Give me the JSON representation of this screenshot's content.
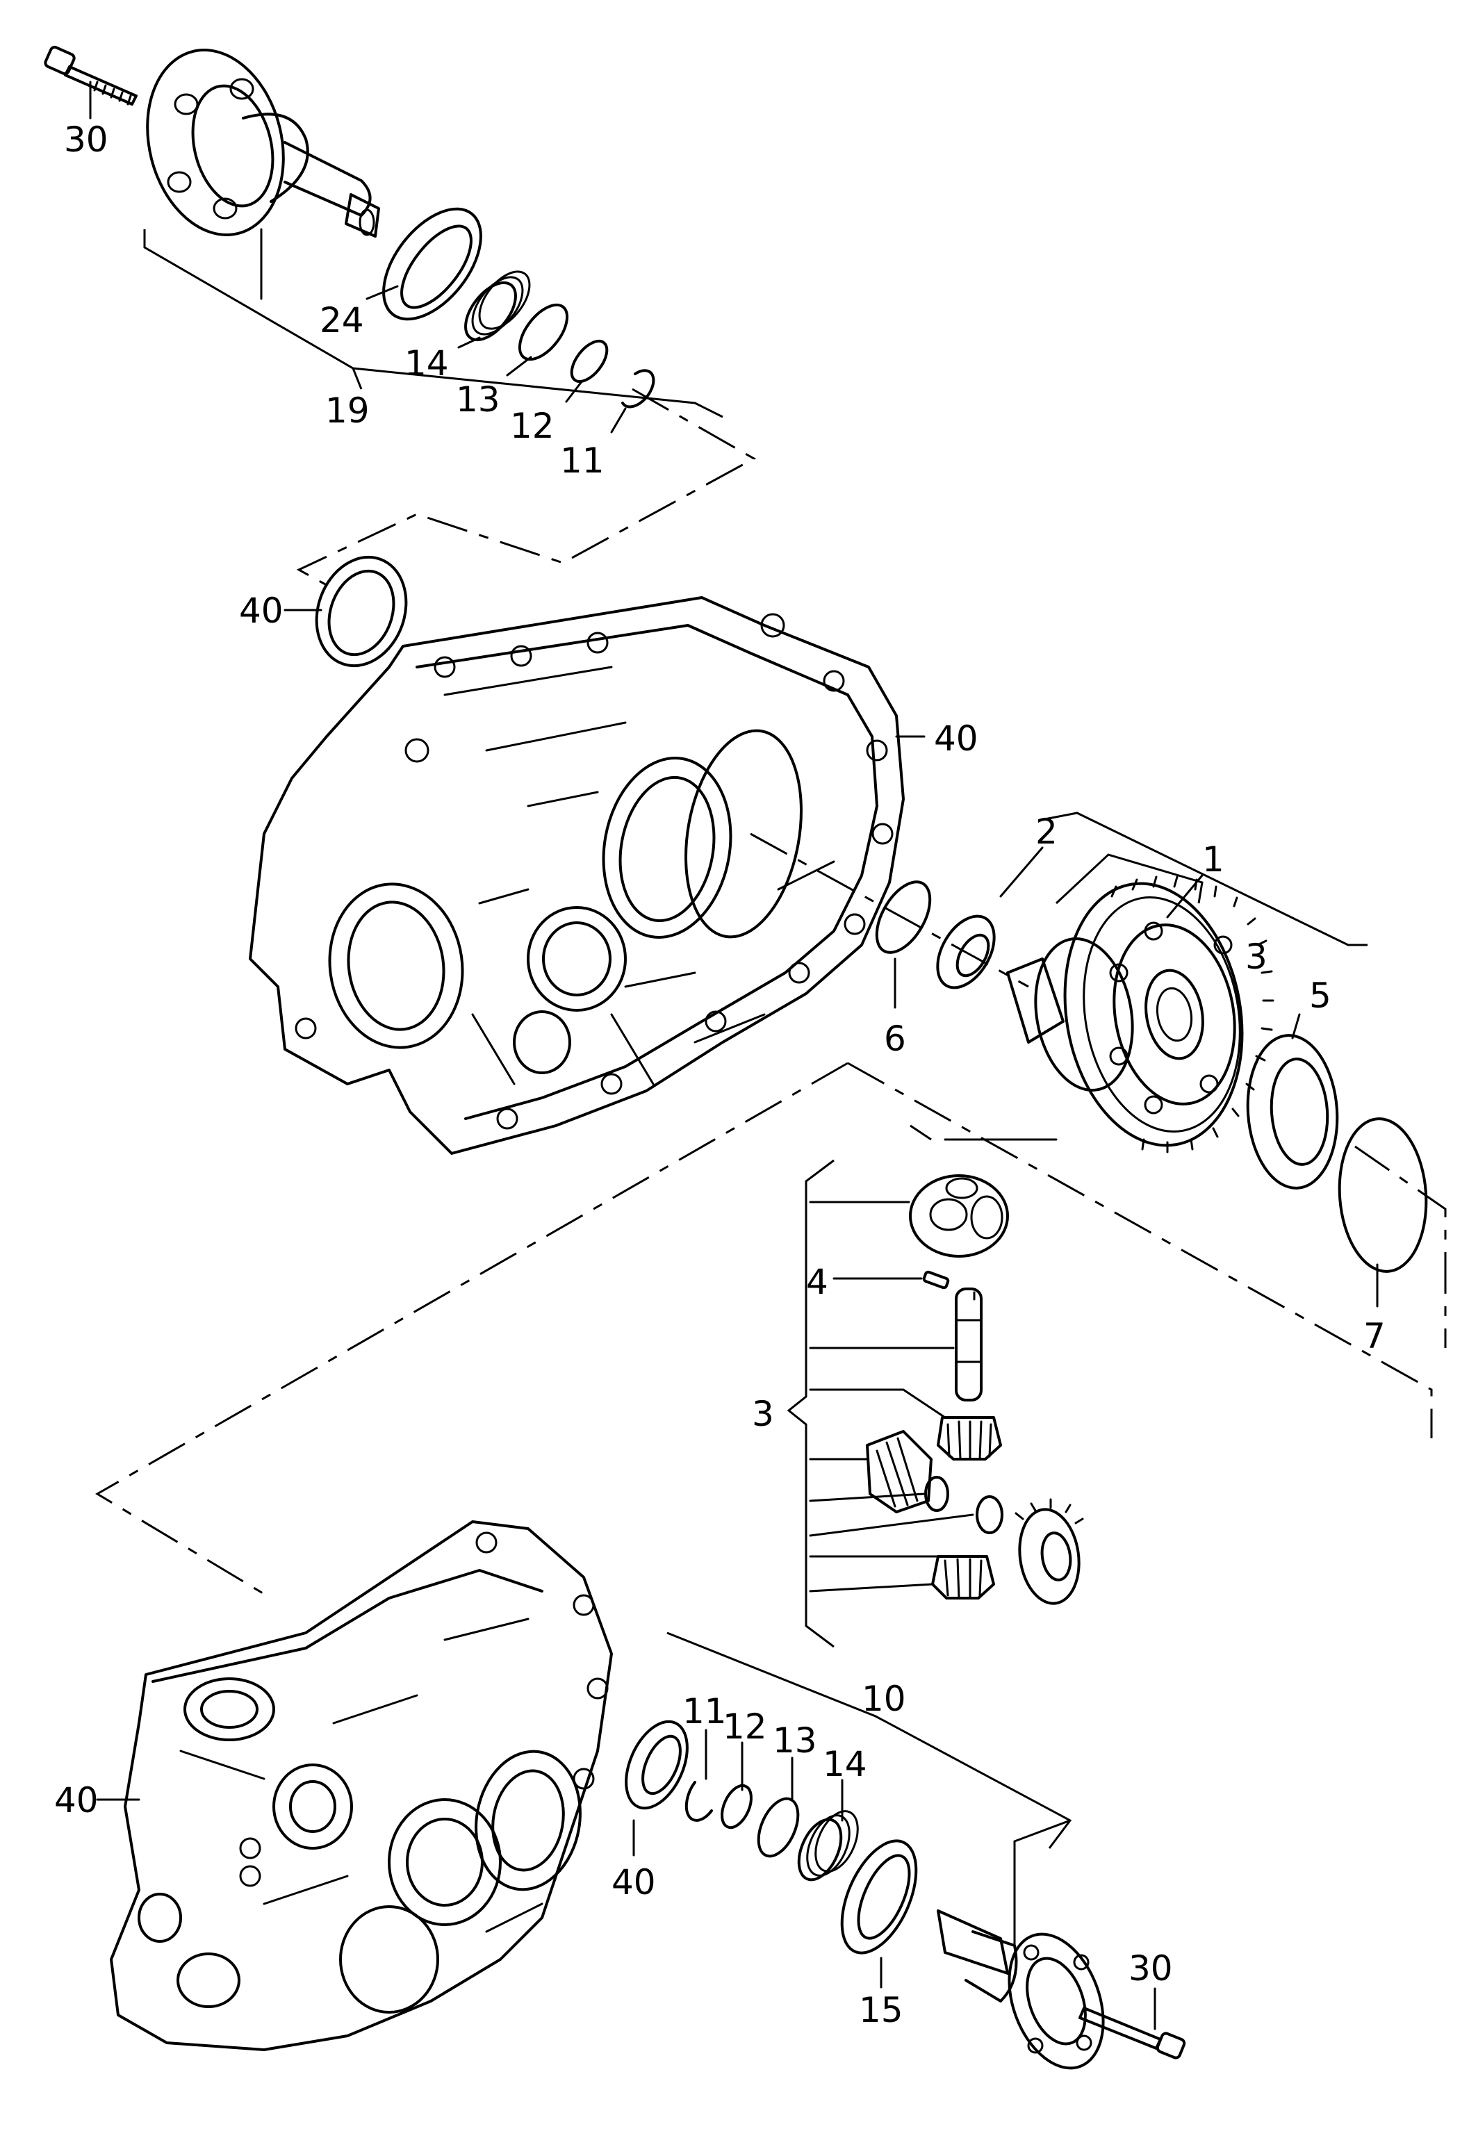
{
  "diagram": {
    "callouts": {
      "c30_top": "30",
      "c24": "24",
      "c14_top": "14",
      "c13_top": "13",
      "c19": "19",
      "c12_top": "12",
      "c11_top": "11",
      "c40_a": "40",
      "c40_b": "40",
      "c2": "2",
      "c1": "1",
      "c3_right": "3",
      "c5": "5",
      "c6": "6",
      "c4": "4",
      "c3_left": "3",
      "c7": "7",
      "c10": "10",
      "c11_bot": "11",
      "c12_bot": "12",
      "c13_bot": "13",
      "c14_bot": "14",
      "c40_c": "40",
      "c40_d": "40",
      "c15": "15",
      "c30_bot": "30"
    },
    "line_color": "#000000",
    "background": "#ffffff"
  }
}
